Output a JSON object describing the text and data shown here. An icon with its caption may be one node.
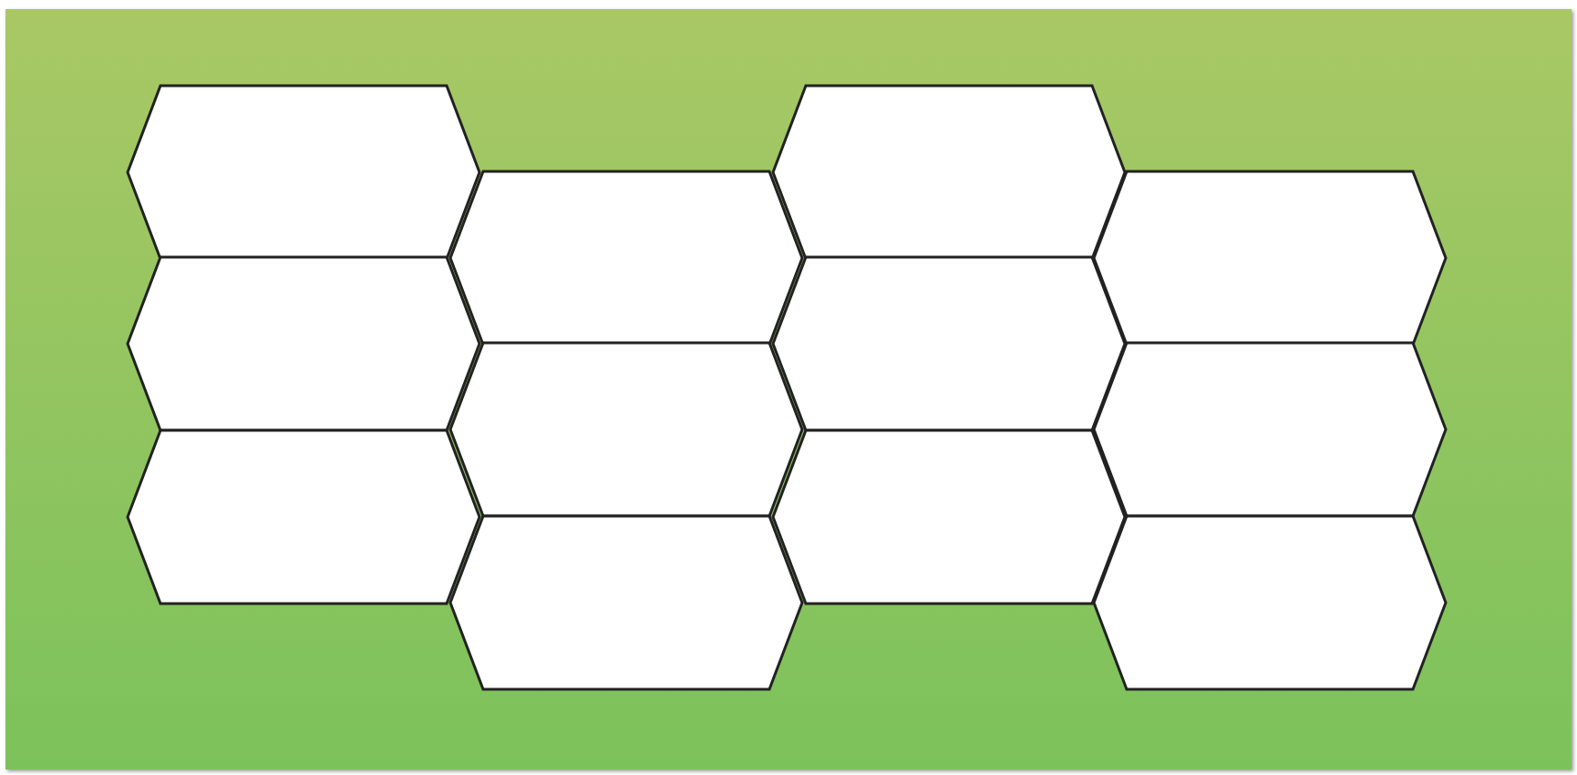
{
  "diagram": {
    "nodes": [
      {
        "text": [],
        "shape": "hexagon"
      },
      {
        "text": [],
        "shape": "hexagon"
      },
      {
        "text": [],
        "shape": "hexagon"
      },
      {
        "text": [],
        "shape": "hexagon"
      },
      {
        "text": [],
        "shape": "hexagon"
      },
      {
        "text": [],
        "shape": "hexagon"
      },
      {
        "text": [],
        "shape": "hexagon"
      },
      {
        "text": [],
        "shape": "hexagon"
      },
      {
        "text": [],
        "shape": "hexagon"
      },
      {
        "text": [],
        "shape": "hexagon"
      },
      {
        "text": [],
        "shape": "hexagon"
      },
      {
        "text": [],
        "shape": "hexagon"
      }
    ]
  }
}
